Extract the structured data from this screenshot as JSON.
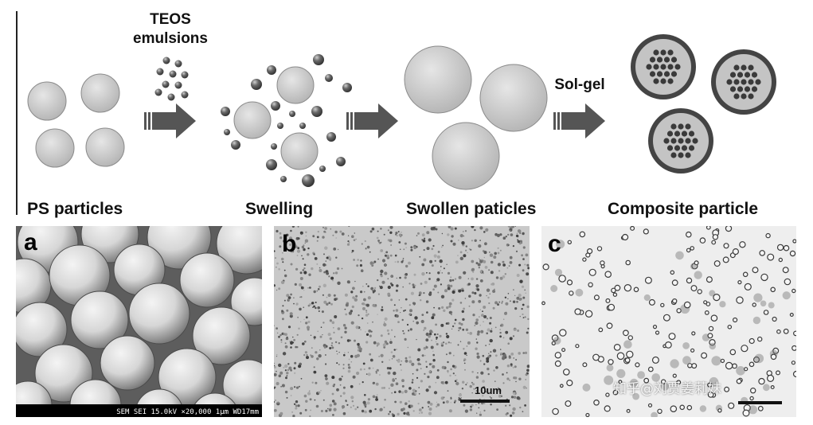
{
  "schematic": {
    "stages": [
      {
        "label": "PS particles"
      },
      {
        "label": "Swelling"
      },
      {
        "label": "Swollen paticles"
      },
      {
        "label": "Composite particle"
      }
    ],
    "arrow_labels": {
      "teos_line1": "TEOS",
      "teos_line2": "emulsions",
      "solgel": "Sol-gel"
    }
  },
  "panels": {
    "a": {
      "letter": "a",
      "sem_info": "SEM SEI 15.0kV  ×20,000     1μm  WD17mm"
    },
    "b": {
      "letter": "b",
      "scale_label": "10um"
    },
    "c": {
      "letter": "c"
    }
  },
  "watermark": "知乎@刘贾姜莉妹",
  "colors": {
    "sphere_fill": "#c8c8c8",
    "droplet_fill": "#555555",
    "arrow_fill": "#555555",
    "shell_ring": "#444444"
  }
}
